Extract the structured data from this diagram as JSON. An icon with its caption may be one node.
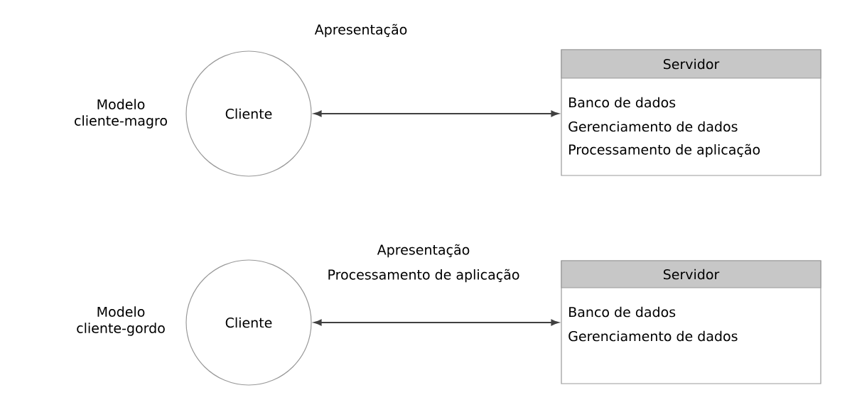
{
  "diagram": {
    "nodes": [
      {
        "text": [
          "Cliente"
        ],
        "beside": [
          "Apresentação"
        ]
      },
      {
        "text": [
          "Servidor",
          "Banco de dados",
          "Gerenciamento de dados",
          "Processamento de aplicação"
        ]
      },
      {
        "text": [
          "Cliente"
        ],
        "beside": [
          "Apresentação",
          "Processamento de aplicação"
        ]
      },
      {
        "text": [
          "Servidor",
          "Banco de dados",
          "Gerenciamento de dados"
        ]
      }
    ],
    "edges": [
      {
        "from": 0,
        "to": 1,
        "arrow": "both"
      },
      {
        "from": 2,
        "to": 3,
        "arrow": "both"
      }
    ],
    "labels": [
      "Modelo cliente-magro",
      "Modelo cliente-gordo"
    ]
  }
}
